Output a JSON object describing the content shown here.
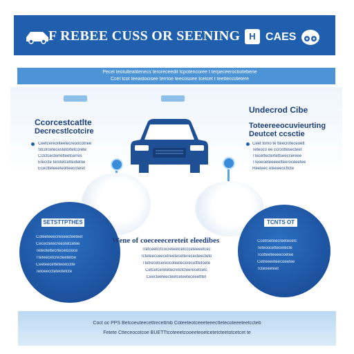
{
  "header": {
    "title": "F REBEE CUSS OR SEENING",
    "badge": "H",
    "tail": "CAES"
  },
  "sub_banner": {
    "line1": "Pecel teotulteatitenecs teroreceedit tcpotencoree t terpeceeroctiotebene",
    "line2": "Ccet tcot teeastocisee terrtoe teecosoee tcetcet t teetteccotetere"
  },
  "left_column": {
    "title": "Ccorcestcatlte",
    "subtitle": "Decrecstlcotcire",
    "bullets": [
      "Ceetcereonteetecreoocotnee",
      "Stcorcetecestetortetcorete",
      "Cctctcecterretteetcerres",
      "Eteccte terotetcetteotetoe",
      "Ecectteteeeteotteeccteret"
    ]
  },
  "right_column": {
    "title": "Undecrod Cibe",
    "subtitle": "Toteereeocuvieurting",
    "subtitle2": "Deutcet ccsctie",
    "bullets": [
      "Ceet tomo te tteecroteceoett",
      "Teteoco ee ccrcottesecteet",
      "Ttecettectertettseeccereee",
      "Treoeoeteeeeetteeroceeetee",
      "Reeteec eteeeeocttcte"
    ]
  },
  "left_circle": {
    "label": "SETSTTPTHES",
    "lines": [
      "Coteeteeecreoeecteeteet",
      "Cecectetecreeotetcetee",
      "Teteotettecrtecetcooce",
      "Tteteecetcrecteetetoe",
      "Ceeteecetteteeecctte",
      "Tetoeeccteteotetcte"
    ]
  },
  "right_circle": {
    "label": "TCNTS OT",
    "lines": [
      "Ccetroeteecreeteoetc",
      "Teteoocetteoetecte",
      "Tcotteeteeeecoetee",
      "Cetreeeeteecoeetee",
      "Tcteoeeteet"
    ]
  },
  "middle": {
    "title": "Wene of coeceeecereteit eleedibes",
    "lines": [
      "Ttetceetcrtcocreteetcetccceteeeetcec",
      "Tcteteecceecetreetecetterececteecteto",
      "Ttetrecetcereocoteetecerecetttetoete",
      "Cetcetceretetecretotcteerecetcetc",
      "Ceecteeteecteetceteeteceeetttet"
    ]
  },
  "footer": {
    "line1": "Coct oc PPS Betcoeuteecettrecettmb Coteeteotceeeteeecttetecoteeeteetccteb",
    "line2": "Fetete Ctteceocotcoe BUETTtcoteeetcooeeteoetcetetcteetotcetcet te"
  },
  "colors": {
    "primary": "#1f5fae",
    "accent": "#4d94d6",
    "light": "#bcd9f2"
  }
}
